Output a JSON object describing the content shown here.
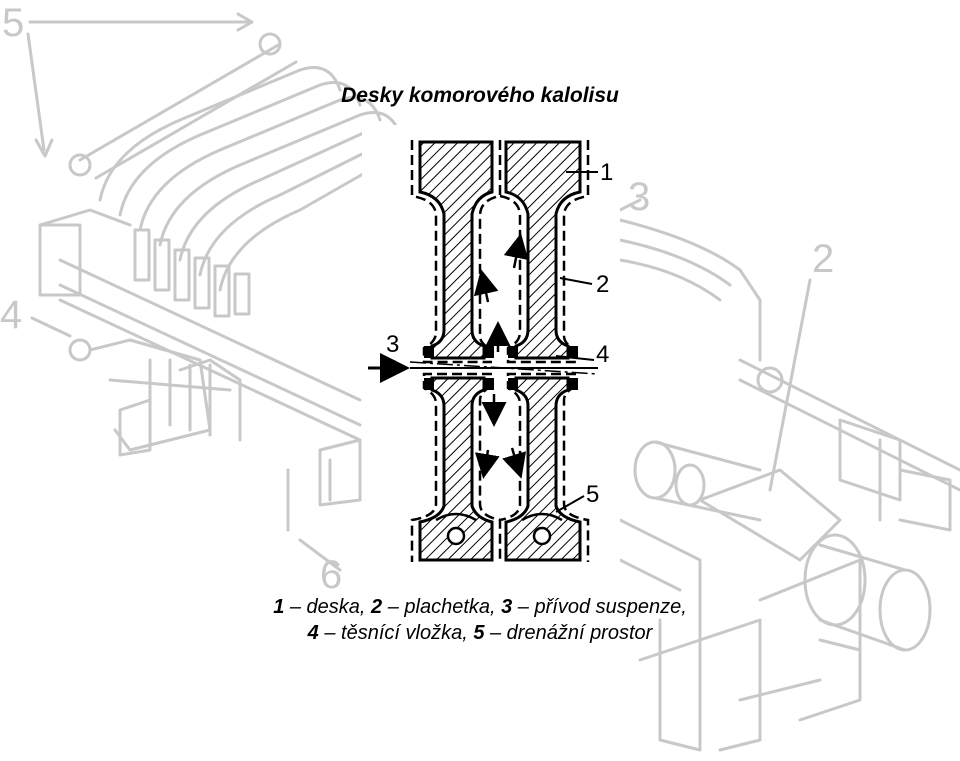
{
  "title": "Desky komorového kalolisu",
  "background_labels": {
    "l5": "5",
    "l4": "4",
    "l3": "3",
    "l2": "2",
    "l6": "6"
  },
  "inset_labels": {
    "l1": "1",
    "l2": "2",
    "l3": "3",
    "l4": "4",
    "l5": "5"
  },
  "caption": {
    "line1": [
      {
        "num": "1",
        "text": " – deska, "
      },
      {
        "num": "2",
        "text": " – plachetka, "
      },
      {
        "num": "3",
        "text": " – přívod suspenze,"
      }
    ],
    "line2": [
      {
        "num": "4",
        "text": " – těsnící vložka, "
      },
      {
        "num": "5",
        "text": " – drenážní prostor"
      }
    ]
  },
  "colors": {
    "background_drawing": "#c8c8c8",
    "inset_ink": "#000000"
  }
}
